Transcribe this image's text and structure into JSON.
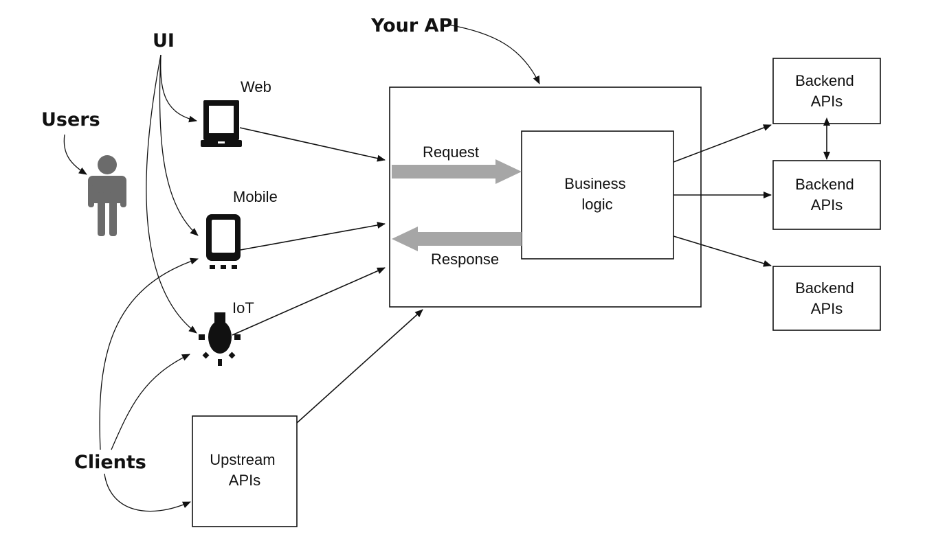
{
  "callouts": {
    "your_api": "Your API",
    "ui": "UI",
    "users": "Users",
    "clients": "Clients"
  },
  "devices": {
    "web": "Web",
    "mobile": "Mobile",
    "iot": "IoT"
  },
  "flow": {
    "request": "Request",
    "response": "Response"
  },
  "boxes": {
    "business_logic": [
      "Business",
      "logic"
    ],
    "backend_1": [
      "Backend",
      "APIs"
    ],
    "backend_2": [
      "Backend",
      "APIs"
    ],
    "backend_3": [
      "Backend",
      "APIs"
    ],
    "upstream": [
      "Upstream",
      "APIs"
    ]
  },
  "colors": {
    "ink": "#111111",
    "flow_arrow": "#a6a6a6",
    "person": "#6b6b6b"
  },
  "icons": {
    "web": "tablet-icon",
    "mobile": "phone-icon",
    "iot": "lightbulb-icon",
    "users": "person-icon"
  }
}
